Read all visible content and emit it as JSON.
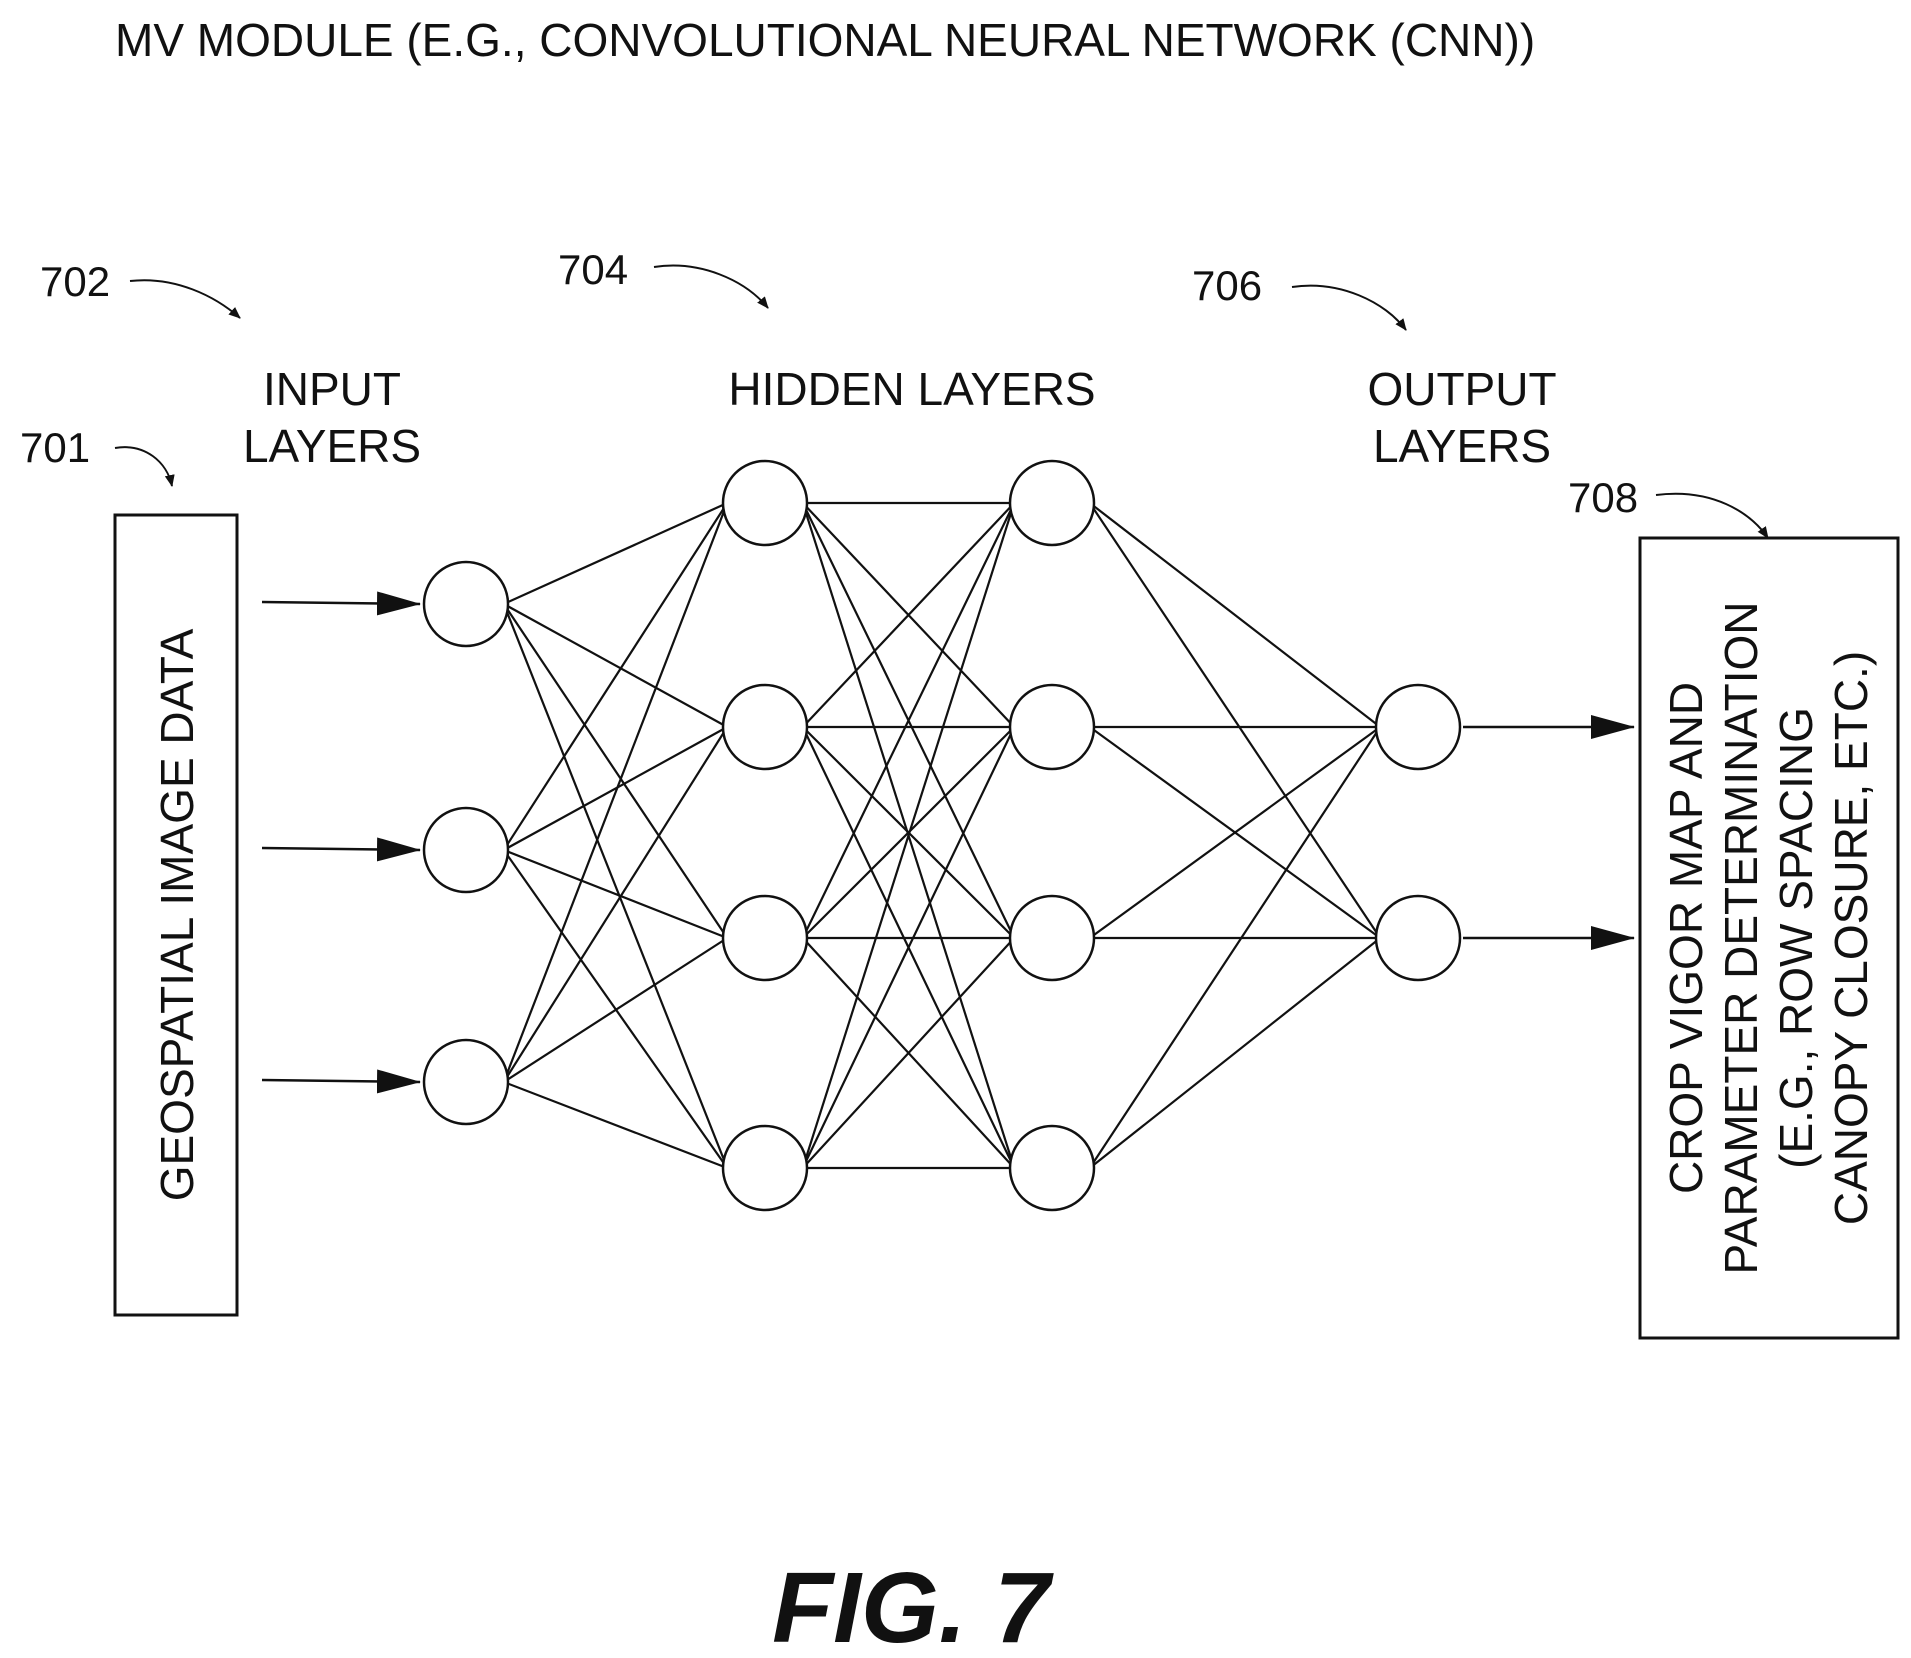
{
  "title": "MV MODULE  (E.G., CONVOLUTIONAL NEURAL NETWORK (CNN))",
  "figure_label": "FIG. 7",
  "refs": {
    "input_layers": "702",
    "hidden_layers": "704",
    "output_layers": "706",
    "input_box": "701",
    "output_box": "708"
  },
  "layer_labels": {
    "input_line1": "INPUT",
    "input_line2": "LAYERS",
    "hidden": "HIDDEN LAYERS",
    "output_line1": "OUTPUT",
    "output_line2": "LAYERS"
  },
  "input_box_text": "GEOSPATIAL IMAGE DATA",
  "output_box_lines": [
    "CROP VIGOR MAP AND",
    "PARAMETER DETERMINATION",
    "(E.G., ROW SPACING",
    "CANOPY CLOSURE, ETC.)"
  ],
  "network": {
    "layer_sizes": [
      3,
      4,
      4,
      2
    ],
    "connectivity": "fully-connected"
  },
  "colors": {
    "ink": "#111111",
    "background": "#ffffff"
  }
}
